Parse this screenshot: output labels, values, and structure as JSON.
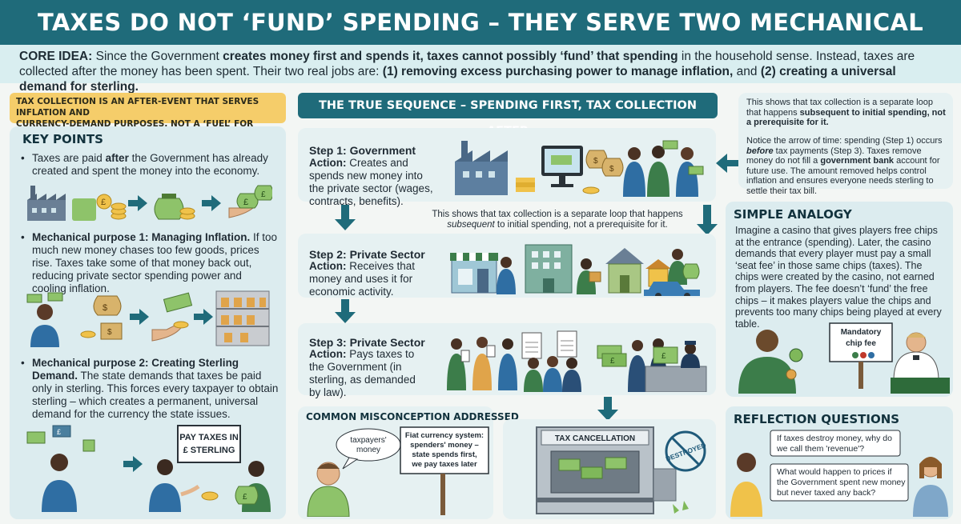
{
  "title": "TAXES DO NOT ‘FUND’ SPENDING – THEY SERVE TWO MECHANICAL PURPOSES",
  "core": {
    "label": "CORE IDEA:",
    "t1": " Since the Government ",
    "b1": "creates money first and spends it, taxes cannot possibly ‘fund’ that spending",
    "t2": " in the household sense. Instead, taxes are collected after the money has been spent. Their two real jobs are: ",
    "b2": "(1) removing excess purchasing power to manage inflation,",
    "t3": " and ",
    "b3": "(2) creating a universal demand for sterling."
  },
  "banner": {
    "line1": "TAX COLLECTION IS AN AFTER-EVENT THAT SERVES INFLATION AND",
    "line2": "CURRENCY-DEMAND PURPOSES, NOT A ‘FUEL’ FOR GOVERNMENT OUTLAYS."
  },
  "key_points": {
    "heading": "KEY POINTS",
    "p1_a": "Taxes are paid ",
    "p1_b": "after",
    "p1_c": " the Government has already created and spent the money into the economy.",
    "p2_b": "Mechanical purpose 1: Managing Inflation.",
    "p2_c": " If too much new money chases too few goods, prices rise. Taxes take some of that money back out, reducing private sector spending power and cooling inflation.",
    "p3_b": "Mechanical purpose 2: Creating Sterling Demand.",
    "p3_c": " The state demands that taxes be paid only in sterling. This forces every taxpayer to obtain sterling – which creates a permanent, universal demand for the currency the state issues.",
    "sign": [
      "PAY TAXES IN",
      "£ STERLING"
    ]
  },
  "sequence": {
    "heading": "THE TRUE SEQUENCE – SPENDING FIRST, TAX COLLECTION AFTER",
    "steps": [
      {
        "title": "Step 1: Government",
        "action_label": "Action:",
        "action": " Creates and spends new money into the private sector (wages, contracts, benefits)."
      },
      {
        "title": "Step 2: Private Sector",
        "action_label": "Action:",
        "action": " Receives that money and uses it for economic activity."
      },
      {
        "title": "Step 3: Private Sector",
        "action_label": "Action:",
        "action": " Pays taxes to the Government (in sterling, as demanded by law)."
      }
    ],
    "loop_note_1": "This shows that tax collection is a separate loop that happens ",
    "loop_note_em": "subsequent",
    "loop_note_2": " to initial spending, not a prerequisite for it."
  },
  "side_note": {
    "p1_a": "This shows that tax collection is a separate loop that happens ",
    "p1_b": "subsequent to initial spending, not a prerequisite for it.",
    "p2_a": "Notice the arrow of time: spending (Step 1) occurs ",
    "p2_b": "before",
    "p2_c": " tax payments (Step 3). Taxes remove money do not fill a ",
    "p2_d": "government bank",
    "p2_e": " account for future use. The amount removed helps control inflation and ensures everyone needs sterling to settle their tax bill."
  },
  "analogy": {
    "heading": "SIMPLE ANALOGY",
    "text": "Imagine a casino that gives players free chips at the entrance (spending). Later, the casino demands that every player must pay a small ‘seat fee’ in those same chips (taxes). The chips were created by the casino, not earned from players. The fee doesn’t ‘fund’ the free chips – it makes players value the chips and prevents too many chips being played at every table.",
    "sign": [
      "Mandatory",
      "chip fee"
    ]
  },
  "misconception": {
    "heading": "COMMON MISCONCEPTION ADDRESSED",
    "bubble": [
      "taxpayers'",
      "money"
    ],
    "box": [
      "Fiat currency system:",
      "spenders' money –",
      "state spends first,",
      "we pay taxes later"
    ]
  },
  "cancellation": {
    "label": "TAX CANCELLATION",
    "stamp": "DESTROYED"
  },
  "reflection": {
    "heading": "REFLECTION QUESTIONS",
    "q1": [
      "If taxes destroy money, why do",
      "we call them 'revenue'?"
    ],
    "q2": [
      "What would happen to prices if",
      "the Government spent new money",
      "but never taxed any back?"
    ]
  },
  "colors": {
    "teal": "#1f6b7a",
    "banner_yellow": "#f5cd6a",
    "money_green": "#7fb85a",
    "panel": "#dcecef"
  }
}
